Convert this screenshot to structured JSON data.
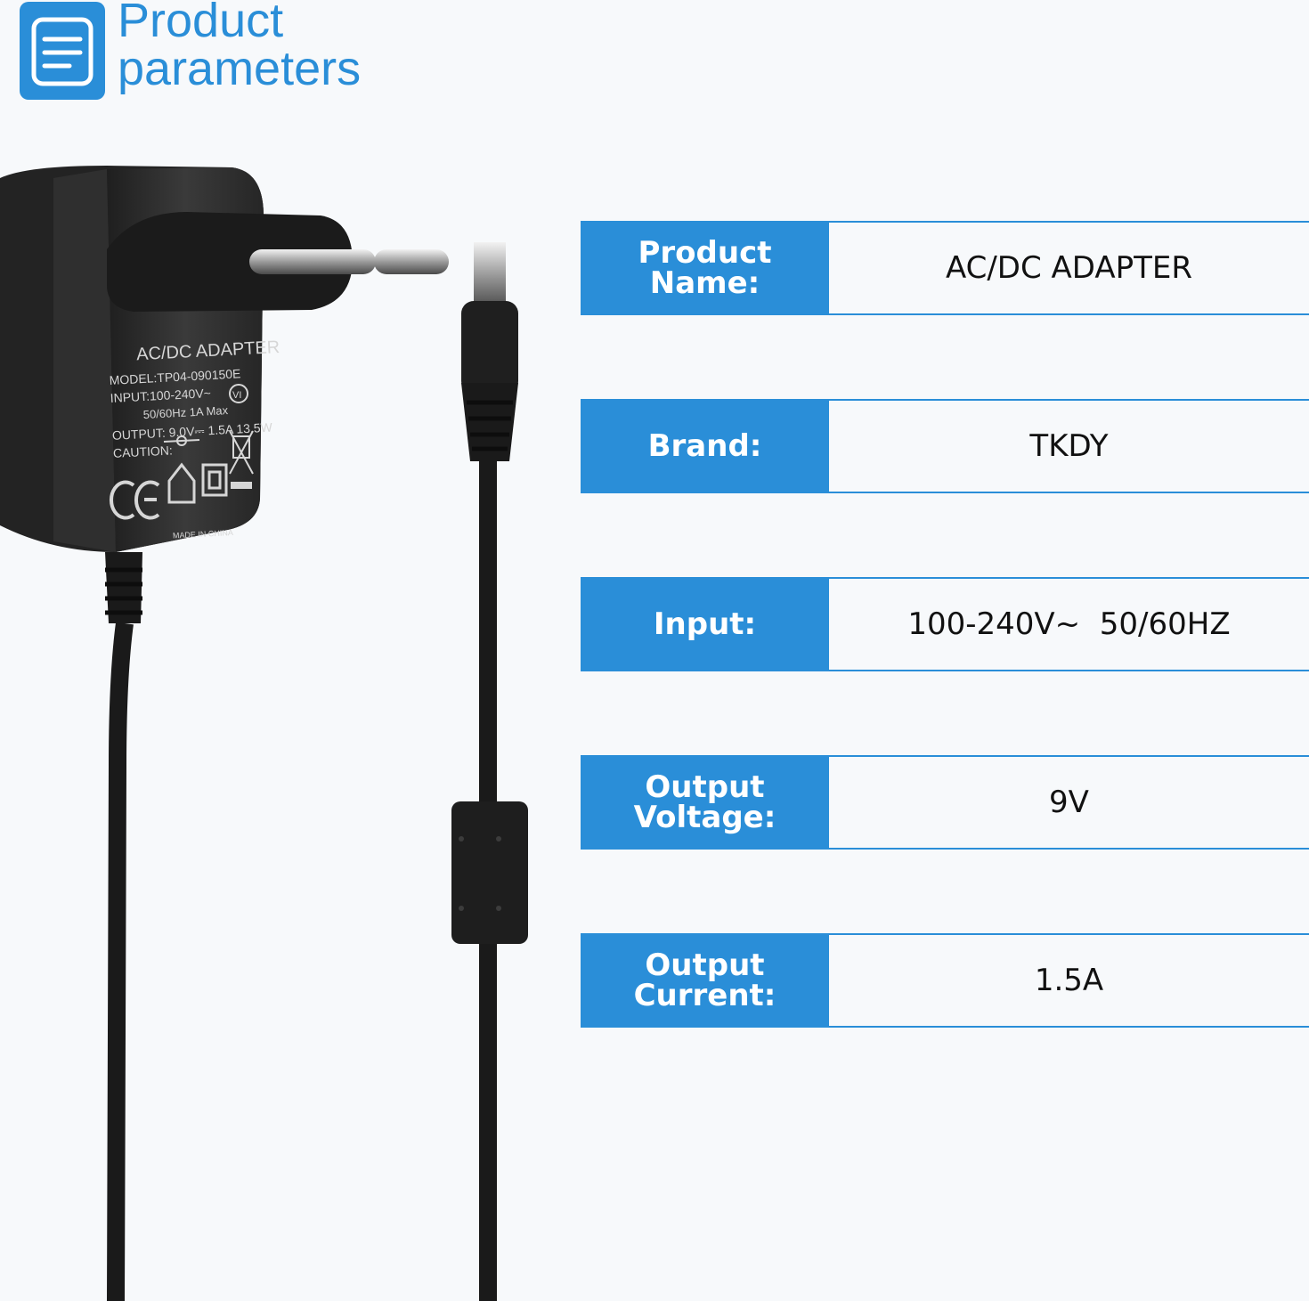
{
  "header": {
    "icon": "document-list-icon",
    "title_line1": "Product",
    "title_line2": "parameters"
  },
  "product_label": {
    "title": "AC/DC ADAPTER",
    "model": "MODEL:TP04-090150E",
    "input": "INPUT:100-240V~",
    "freq": "50/60Hz  1A Max",
    "output": "OUTPUT: 9.0V⎓ 1.5A 13.5W",
    "caution": "CAUTION:",
    "made_in": "MADE IN CHINA",
    "vi_mark": "VI"
  },
  "specs": [
    {
      "label": "Product\nName:",
      "value": "AC/DC ADAPTER"
    },
    {
      "label": "Brand:",
      "value": "TKDY"
    },
    {
      "label": "Input:",
      "value": "100-240V~  50/60HZ"
    },
    {
      "label": "Output\nVoltage:",
      "value": "9V"
    },
    {
      "label": "Output\nCurrent:",
      "value": "1.5A"
    }
  ],
  "colors": {
    "accent": "#2a8ed8",
    "adapter_body": "#2b2b2b",
    "background": "#f7f9fb"
  }
}
